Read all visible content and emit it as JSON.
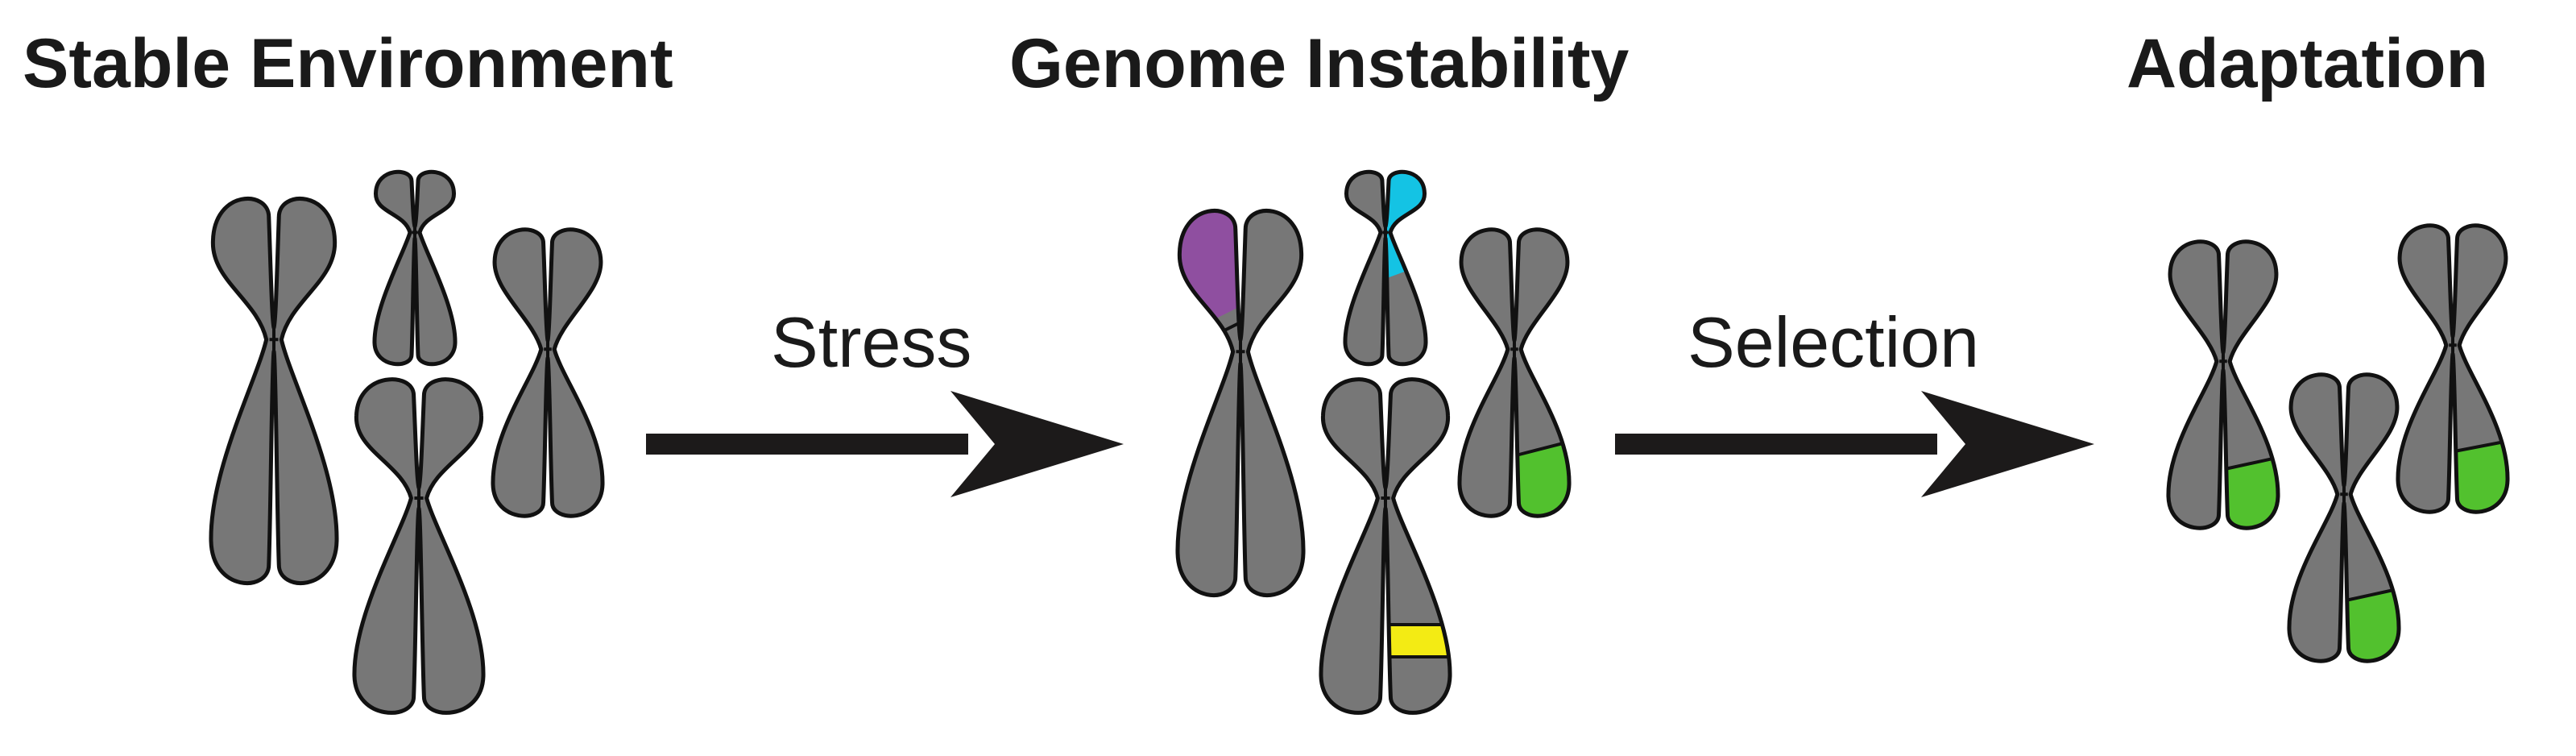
{
  "stages": [
    {
      "title": "Stable Environment"
    },
    {
      "title": "Genome Instability"
    },
    {
      "title": "Adaptation"
    }
  ],
  "transitions": [
    {
      "label": "Stress"
    },
    {
      "label": "Selection"
    }
  ],
  "colors": {
    "chromosome": "#777777",
    "outline": "#111111",
    "arrow": "#1c1a1a",
    "purple_segment": "#8f4fa0",
    "cyan_segment": "#14c3e4",
    "green_segment": "#52c12e",
    "yellow_segment": "#f3eb14"
  }
}
